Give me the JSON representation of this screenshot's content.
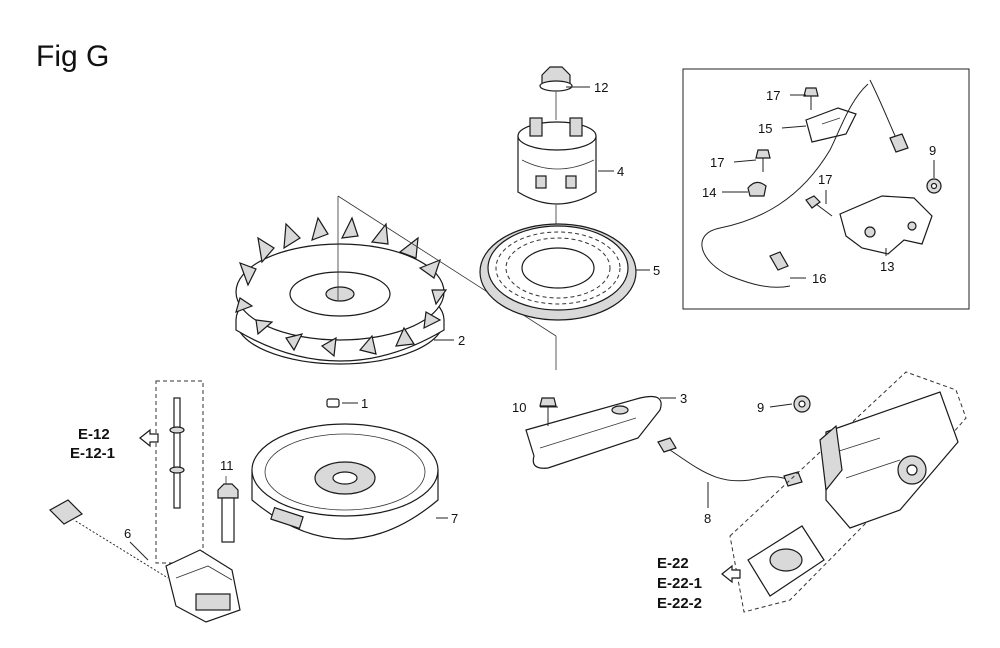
{
  "figure": {
    "title": "Fig G"
  },
  "parts": [
    {
      "id": "p1",
      "number": "1"
    },
    {
      "id": "p2",
      "number": "2"
    },
    {
      "id": "p3",
      "number": "3"
    },
    {
      "id": "p4",
      "number": "4"
    },
    {
      "id": "p5",
      "number": "5"
    },
    {
      "id": "p6",
      "number": "6"
    },
    {
      "id": "p7",
      "number": "7"
    },
    {
      "id": "p8",
      "number": "8"
    },
    {
      "id": "p9a",
      "number": "9"
    },
    {
      "id": "p9b",
      "number": "9"
    },
    {
      "id": "p10",
      "number": "10"
    },
    {
      "id": "p11",
      "number": "11"
    },
    {
      "id": "p12",
      "number": "12"
    },
    {
      "id": "p13",
      "number": "13"
    },
    {
      "id": "p14",
      "number": "14"
    },
    {
      "id": "p15",
      "number": "15"
    },
    {
      "id": "p16",
      "number": "16"
    },
    {
      "id": "p17a",
      "number": "17"
    },
    {
      "id": "p17b",
      "number": "17"
    },
    {
      "id": "p17c",
      "number": "17"
    }
  ],
  "references": {
    "left": [
      "E-12",
      "E-12-1"
    ],
    "right": [
      "E-22",
      "E-22-1",
      "E-22-2"
    ]
  }
}
